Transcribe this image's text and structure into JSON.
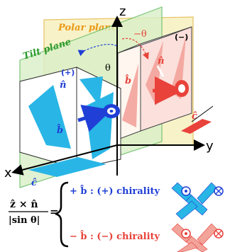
{
  "planes": {
    "polar": "Polar plane",
    "tilt": "Tilt plane"
  },
  "axes": {
    "z": "z",
    "y": "y",
    "x": "x"
  },
  "angles": {
    "theta": "θ",
    "minus_theta": "−θ"
  },
  "vectors": {
    "n_hat": "n̂",
    "b_hat": "b̂",
    "c_hat": "ĉ"
  },
  "signs": {
    "plus": "(+)",
    "minus": "(−)"
  },
  "formula": {
    "numerator": "ẑ × n̂",
    "denominator": "|sin θ|",
    "equals": "=",
    "plus_case": "+ b̂ : (+) chirality",
    "minus_case": "− b̂ : (−) chirality"
  },
  "colors": {
    "cyan": "#29b6e6",
    "blue": "#1f3fd6",
    "salmon": "#f2a39a",
    "red": "#e8423a",
    "green_plane": "#d9f0c8",
    "yellow_plane": "#f3e8a8",
    "orange_text": "#e89a14",
    "green_text": "#2a9a2a"
  }
}
